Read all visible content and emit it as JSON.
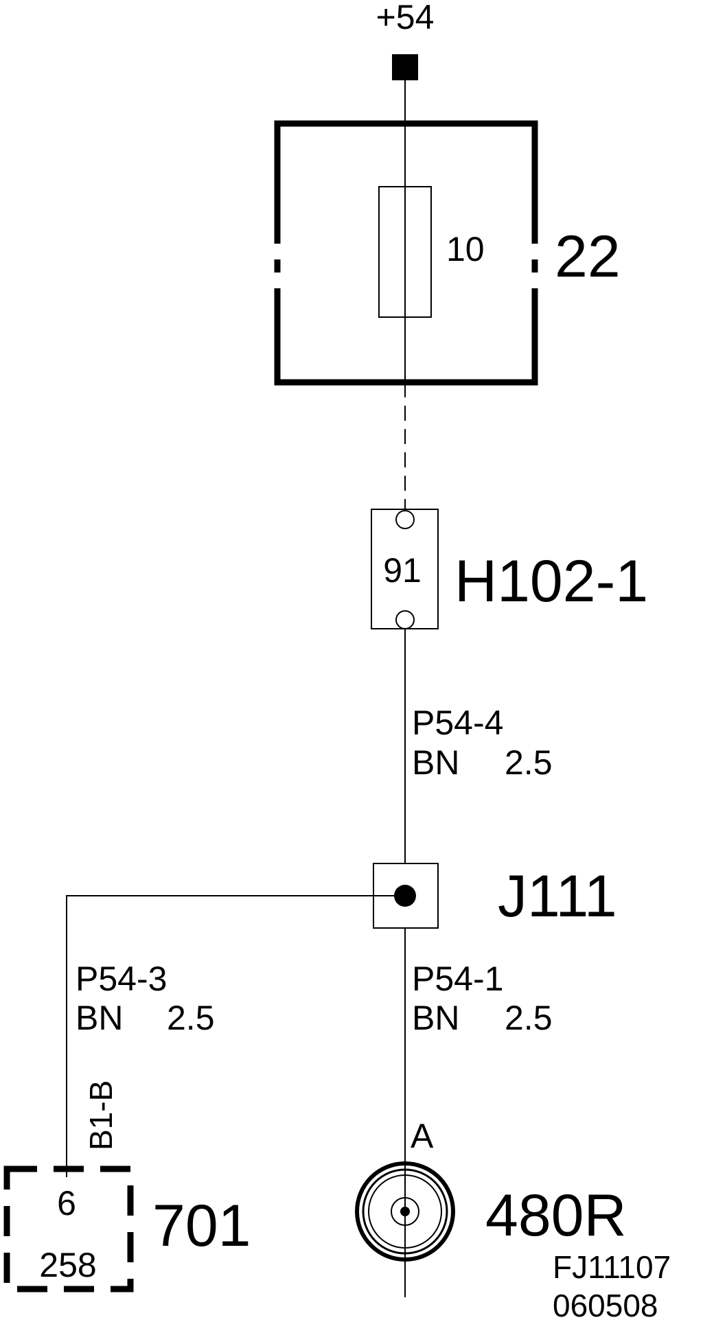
{
  "supply": {
    "label": "+54"
  },
  "fuse_box": {
    "id": "22",
    "fuse_rating": "10"
  },
  "connector_h102": {
    "id": "H102-1",
    "pin": "91"
  },
  "wire_p54_4": {
    "code": "P54-4",
    "color": "BN",
    "size": "2.5"
  },
  "junction": {
    "id": "J111"
  },
  "wire_p54_3": {
    "code": "P54-3",
    "color": "BN",
    "size": "2.5",
    "terminal": "B1-B"
  },
  "wire_p54_1": {
    "code": "P54-1",
    "color": "BN",
    "size": "2.5",
    "terminal": "A"
  },
  "component_701": {
    "id": "701",
    "pin": "6",
    "connector": "258"
  },
  "component_480r": {
    "id": "480R"
  },
  "drawing": {
    "ref": "FJ11107",
    "date": "060508"
  }
}
